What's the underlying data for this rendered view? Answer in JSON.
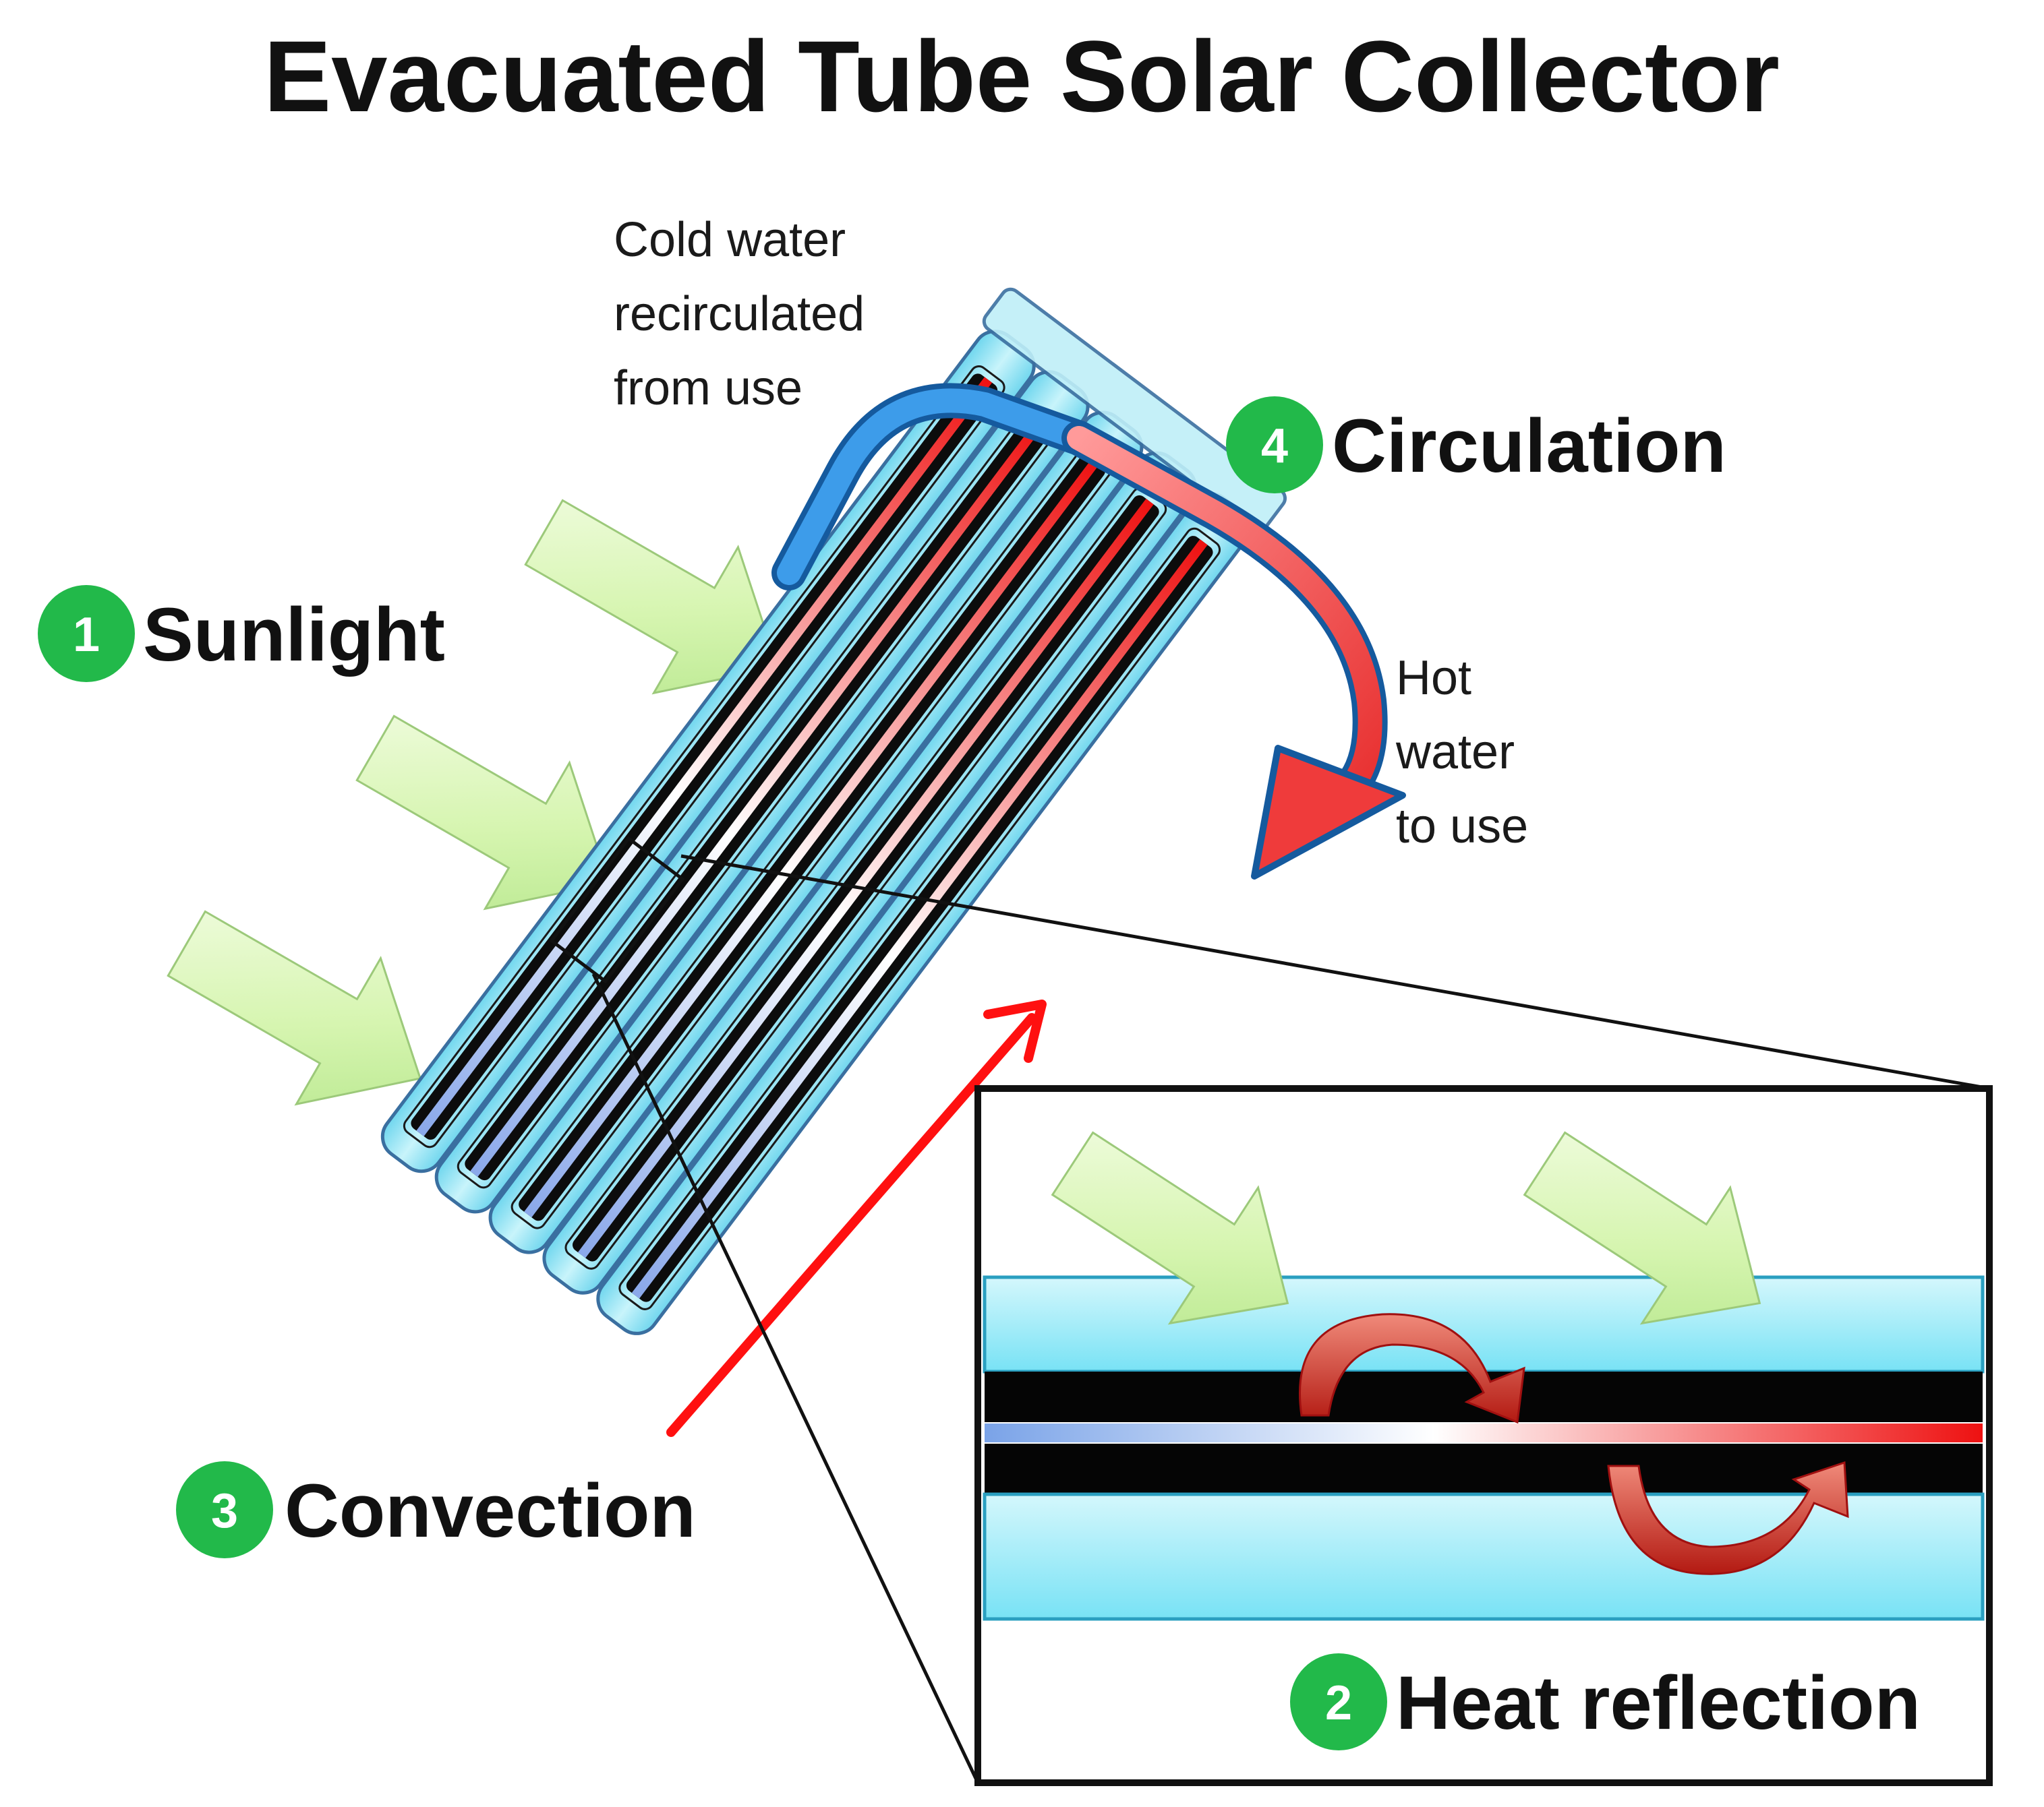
{
  "title": "Evacuated Tube Solar Collector",
  "steps": [
    {
      "number": "1",
      "label": "Sunlight"
    },
    {
      "number": "2",
      "label": "Heat reflection"
    },
    {
      "number": "3",
      "label": "Convection"
    },
    {
      "number": "4",
      "label": "Circulation"
    }
  ],
  "notes": {
    "cold_water": [
      "Cold water",
      "recirculated",
      "from use"
    ],
    "hot_water": [
      "Hot",
      "water",
      "to use"
    ]
  },
  "colors": {
    "sunlight_arrow": "#c8f09a",
    "tube_glass": "#8ee6f4",
    "cold_pipe": "#1f7fd0",
    "hot_pipe": "#ef3b3b",
    "convection_arrow": "#ff1010",
    "badge": "#22b94a"
  }
}
